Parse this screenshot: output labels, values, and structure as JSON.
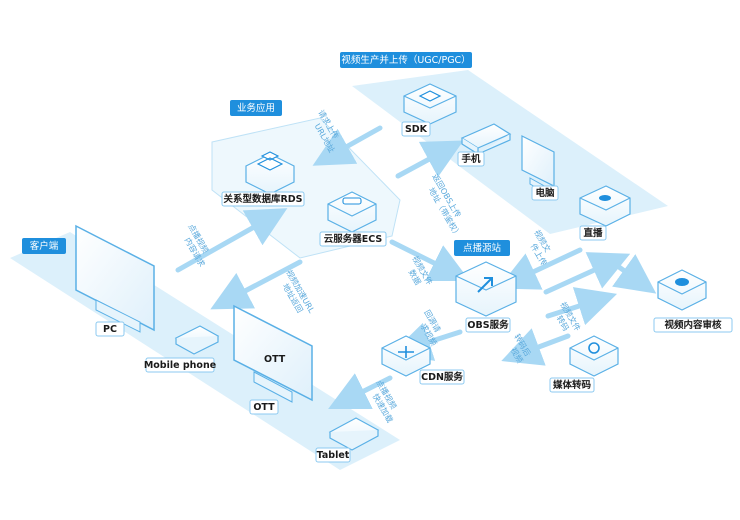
{
  "groups": {
    "production": "视频生产并上传（UGC/PGC）",
    "business": "业务应用",
    "client": "客户端",
    "source": "点播源站"
  },
  "nodes": {
    "sdk": "SDK",
    "phone": "手机",
    "computer": "电脑",
    "live": "直播",
    "rds": "关系型数据库RDS",
    "ecs": "云服务器ECS",
    "obs": "OBS服务",
    "review": "视频内容审核",
    "cdn": "CDN服务",
    "transcode": "媒体转码",
    "pc": "PC",
    "mobile": "Mobile phone",
    "ott_label": "OTT",
    "ott_screen": "OTT",
    "tablet": "Tablet"
  },
  "flows": {
    "upload_request": [
      "请求上传",
      "URL地址"
    ],
    "return_obs": [
      "返回OBS上传",
      "地址（带鉴权）"
    ],
    "play_request": [
      "点播视频",
      "内容请求"
    ],
    "accel_url": [
      "视频加速URL",
      "地址返回"
    ],
    "notify_ecs": [
      "视频文件",
      "数据"
    ],
    "video_upload": [
      "视频文",
      "件上传"
    ],
    "transcode_file": [
      "视频文件",
      "转码"
    ],
    "return_cdn": [
      "回源请",
      "求视频"
    ],
    "post_transcode": [
      "转码后",
      "视频"
    ],
    "play_cdn": [
      "点播视频",
      "快速加载"
    ]
  },
  "colors": {
    "band": "#dcf0fb",
    "accent": "#1f8fdd",
    "line": "#5ab0e6",
    "arrow": "#a8d8f4"
  }
}
